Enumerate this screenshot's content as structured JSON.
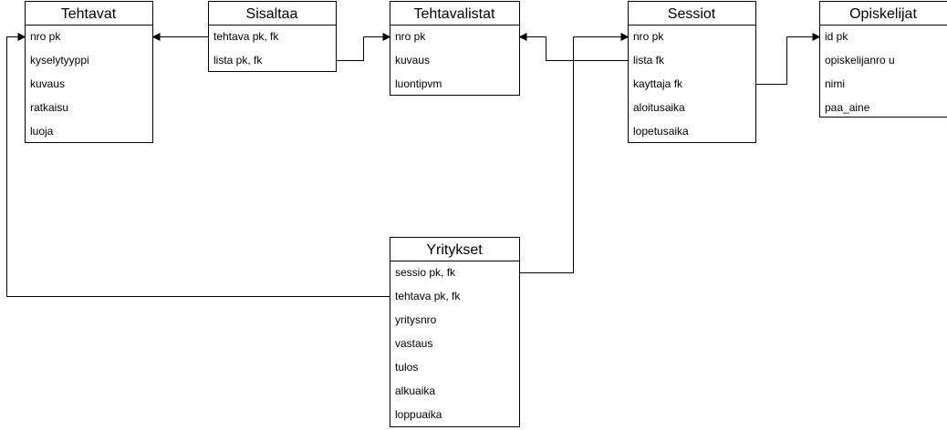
{
  "diagram": {
    "type": "er-diagram",
    "line_color": "#000000",
    "background_color": "#ffffff",
    "entities": [
      {
        "id": "tehtavat",
        "title": "Tehtavat",
        "fields": [
          "nro pk",
          "kyselytyyppi",
          "kuvaus",
          "ratkaisu",
          "luoja"
        ]
      },
      {
        "id": "sisaltaa",
        "title": "Sisaltaa",
        "fields": [
          "tehtava pk, fk",
          "lista pk, fk"
        ]
      },
      {
        "id": "tehtavalistat",
        "title": "Tehtavalistat",
        "fields": [
          "nro pk",
          "kuvaus",
          "luontipvm"
        ]
      },
      {
        "id": "sessiot",
        "title": "Sessiot",
        "fields": [
          "nro pk",
          "lista fk",
          "kayttaja fk",
          "aloitusaika",
          "lopetusaika"
        ]
      },
      {
        "id": "opiskelijat",
        "title": "Opiskelijat",
        "fields": [
          "id pk",
          "opiskelijanro u",
          "nimi",
          "paa_aine"
        ]
      },
      {
        "id": "yritykset",
        "title": "Yritykset",
        "fields": [
          "sessio pk, fk",
          "tehtava pk, fk",
          "yritysnro",
          "vastaus",
          "tulos",
          "alkuaika",
          "loppuaika"
        ]
      }
    ],
    "relations": [
      {
        "from": "sisaltaa",
        "from_field": "tehtava pk, fk",
        "to": "tehtavat",
        "to_field": "nro pk"
      },
      {
        "from": "sisaltaa",
        "from_field": "lista pk, fk",
        "to": "tehtavalistat",
        "to_field": "nro pk"
      },
      {
        "from": "sessiot",
        "from_field": "lista fk",
        "to": "tehtavalistat",
        "to_field": "nro pk"
      },
      {
        "from": "sessiot",
        "from_field": "kayttaja fk",
        "to": "opiskelijat",
        "to_field": "id pk"
      },
      {
        "from": "yritykset",
        "from_field": "sessio pk, fk",
        "to": "sessiot",
        "to_field": "nro pk"
      },
      {
        "from": "yritykset",
        "from_field": "tehtava pk, fk",
        "to": "tehtavat",
        "to_field": "nro pk"
      }
    ]
  }
}
